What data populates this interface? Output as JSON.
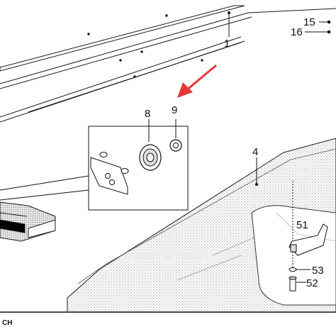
{
  "diagram": {
    "callouts": {
      "c1": "1",
      "c4": "4",
      "c8": "8",
      "c9": "9",
      "c15": "15",
      "c16": "16",
      "c51": "51",
      "c52": "52",
      "c53": "53"
    },
    "corner_text": "CH",
    "colors": {
      "line": "#1a1a1a",
      "arrow": "#e53935",
      "stipple": "#c8c8c8"
    },
    "icons": {
      "arrow": "red-pointer-arrow"
    }
  }
}
